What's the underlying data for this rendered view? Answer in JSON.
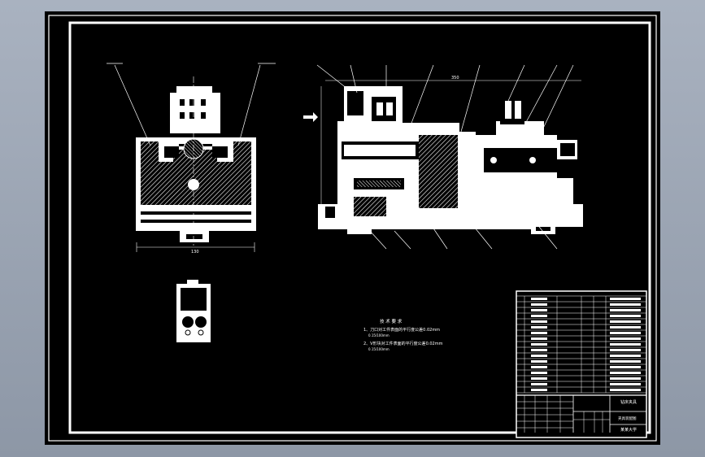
{
  "drawing": {
    "tech_requirements": {
      "title": "技 术 要 求",
      "line1": "1、刀口对工件表面的平行度公差0.02mm",
      "line1_sub": "0.15/100mm",
      "line2": "2、V形块对工件表面的平行度公差0.02mm",
      "line2_sub": "0.15/100mm"
    },
    "title_block": {
      "drawing_name": "钻床夹具",
      "school": "某某大学",
      "company_label": "夹具装配图"
    },
    "dimension_labels": {
      "top_view_width": "130",
      "side_view_width": "350"
    }
  }
}
